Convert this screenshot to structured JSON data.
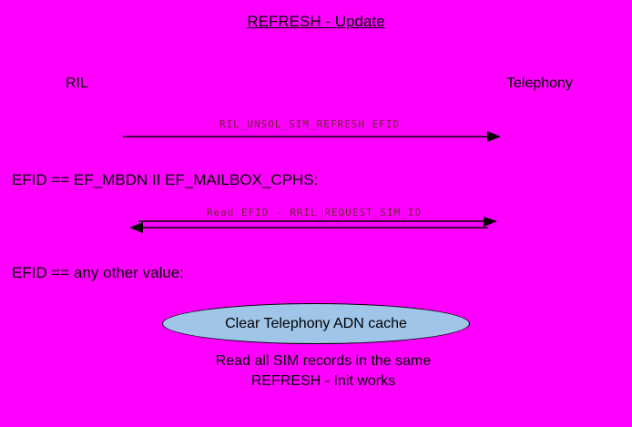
{
  "title": "REFRESH - Update",
  "actors": {
    "left": "RIL",
    "right": "Telephony"
  },
  "arrows": [
    {
      "label": "RIL_UNSOL_SIM_REFRESH EFID",
      "direction": "right"
    },
    {
      "label": "Read EFID - RRIL_REQUEST_SIM_IO",
      "direction": "both"
    }
  ],
  "statements": {
    "case1": "EFID == EF_MBDN II EF_MAILBOX_CPHS:",
    "case2": "EFID == any other value:"
  },
  "ellipse": {
    "label": "Clear Telephony ADN cache",
    "fill": "#9fc5e8"
  },
  "footer": {
    "line1": "Read all SIM records in the same",
    "line2": "REFRESH - Init works"
  },
  "colors": {
    "background": "#ff00ff",
    "arrow_label": "#6a2a2a",
    "line": "#000000"
  }
}
